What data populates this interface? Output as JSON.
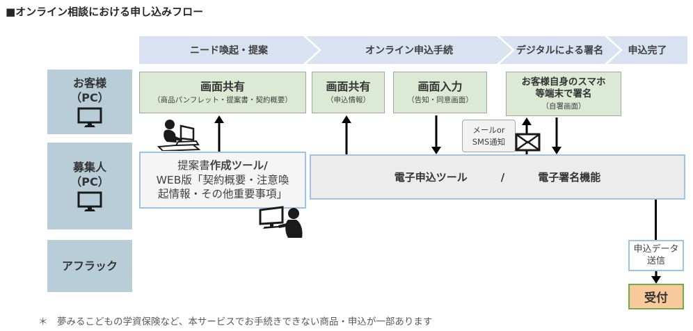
{
  "title": "■オンライン相談における申し込みフロー",
  "phases": [
    {
      "label": "ニード喚起・提案"
    },
    {
      "label": "オンライン申込手続"
    },
    {
      "label": "デジタルによる署名"
    },
    {
      "label": "申込完了"
    }
  ],
  "lanes": [
    {
      "line1": "お客様",
      "line2": "（PC）",
      "icon": "monitor-icon"
    },
    {
      "line1": "募集人",
      "line2": "（PC）",
      "icon": "monitor-icon"
    },
    {
      "line1": "アフラック"
    }
  ],
  "customer_steps": [
    {
      "title": "画面共有",
      "subtitle": "（商品パンフレット・提案書・契約概要）"
    },
    {
      "title": "画面共有",
      "subtitle": "（申込情報）"
    },
    {
      "title": "画面入力",
      "subtitle": "（告知・同意画面）"
    },
    {
      "title_line1": "お客様自身のスマホ",
      "title_line2": "等端末で署名",
      "subtitle": "（自署画面）"
    }
  ],
  "agent_tools": {
    "proposal_tool": {
      "line1_regular": "提案書",
      "line1_bold": "作成ツール/",
      "line2": "WEB版「契約概要・注意喚",
      "line3": "起情報・その他重要事項」"
    },
    "e_apply_tool": {
      "left": "電子申込ツール",
      "separator": "/",
      "right": "電子署名機能"
    }
  },
  "notification": {
    "line1": "メールor",
    "line2": "SMS通知",
    "icon": "mail-envelope-icon"
  },
  "aflac_row": {
    "send_box_line1": "申込データ",
    "send_box_line2": "送信",
    "accept_label": "受付"
  },
  "footnote": "＊　夢みるこどもの学資保険など、本サービスでお手続きできない商品・申込が一部あります",
  "colors": {
    "lane_bg": "#b9cdd8",
    "phase_band_bg": "#d9e2f0",
    "step_bg": "#dcead5",
    "step_border": "#9fa89f",
    "tool_box_bg": "#ececec",
    "tool_box_border": "#9dc3e6",
    "accept_bg": "#f9cb9c",
    "accept_border": "#70ad47",
    "arrow": "#000000",
    "text": "#404040"
  }
}
